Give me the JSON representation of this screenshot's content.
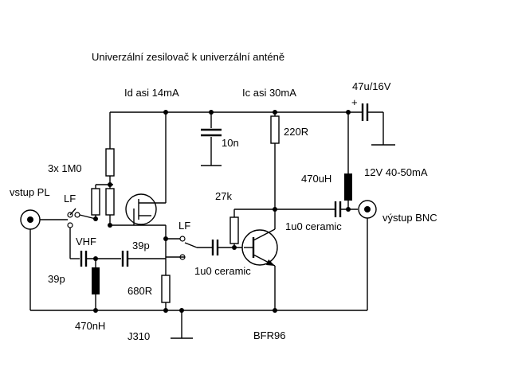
{
  "title": "Univerzální zesilovač k univerzální anténě",
  "labels": {
    "id_current": "Id asi 14mA",
    "ic_current": "Ic asi 30mA",
    "cap_47u": "47u/16V",
    "cap_plus": "+",
    "cap_10n": "10n",
    "res_220r": "220R",
    "res_3x1m0": "3x 1M0",
    "ind_470uh": "470uH",
    "supply": "12V 40-50mA",
    "input_pl": "vstup PL",
    "output_bnc": "výstup BNC",
    "lf_left": "LF",
    "lf_right": "LF",
    "vhf": "VHF",
    "res_27k": "27k",
    "cap_1u0_out": "1u0 ceramic",
    "cap_39p_right": "39p",
    "cap_39p_left": "39p",
    "cap_1u0_in": "1u0 ceramic",
    "res_680r": "680R",
    "ind_470nh": "470nH",
    "fet": "J310",
    "bjt": "BFR96"
  }
}
